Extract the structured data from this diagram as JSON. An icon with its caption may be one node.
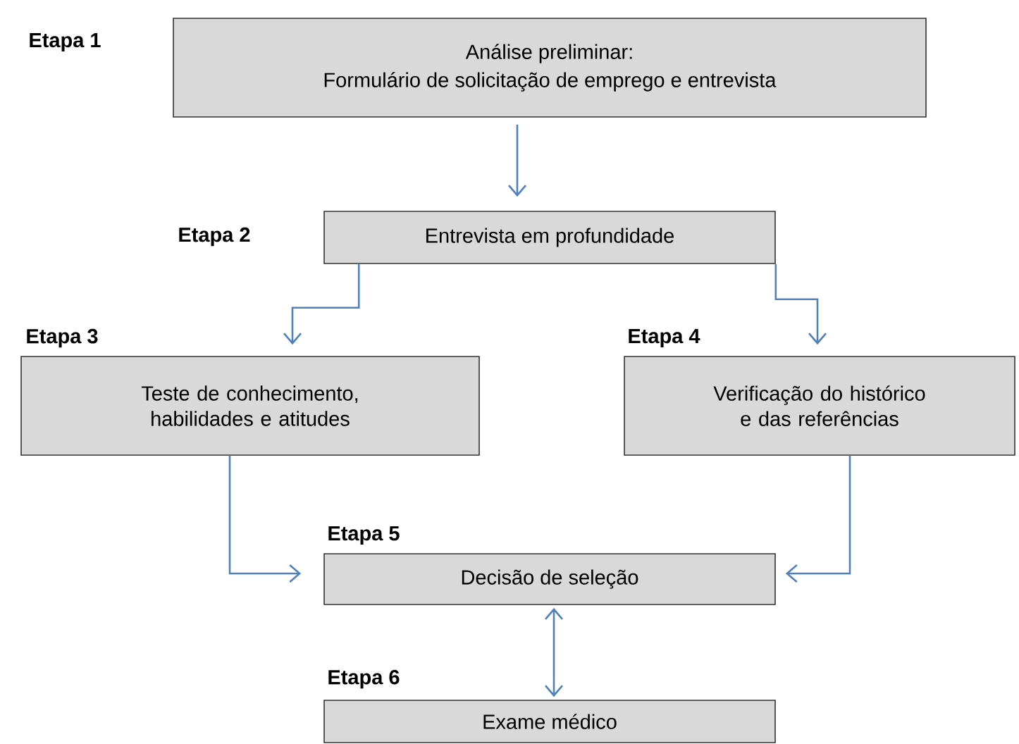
{
  "diagram": {
    "nodes": [
      {
        "text": [
          "Etapa 1",
          "Análise preliminar:",
          "Formulário de solicitação de emprego e entrevista"
        ]
      },
      {
        "text": [
          "Etapa 2",
          "Entrevista em profundidade"
        ]
      },
      {
        "text": [
          "Etapa 3",
          "Teste de conhecimento, habilidades e atitudes"
        ]
      },
      {
        "text": [
          "Etapa 4",
          "Verificação do histórico e das referências"
        ]
      },
      {
        "text": [
          "Etapa 5",
          "Decisão de seleção"
        ]
      },
      {
        "text": [
          "Etapa 6",
          "Exame médico"
        ]
      }
    ],
    "edges": [
      {
        "from": 0,
        "to": 1,
        "arrow": "to"
      },
      {
        "from": 1,
        "to": 2,
        "arrow": "to"
      },
      {
        "from": 1,
        "to": 3,
        "arrow": "to"
      },
      {
        "from": 2,
        "to": 4,
        "arrow": "to"
      },
      {
        "from": 3,
        "to": 4,
        "arrow": "to"
      },
      {
        "from": 4,
        "to": 5,
        "arrow": "both"
      }
    ]
  }
}
